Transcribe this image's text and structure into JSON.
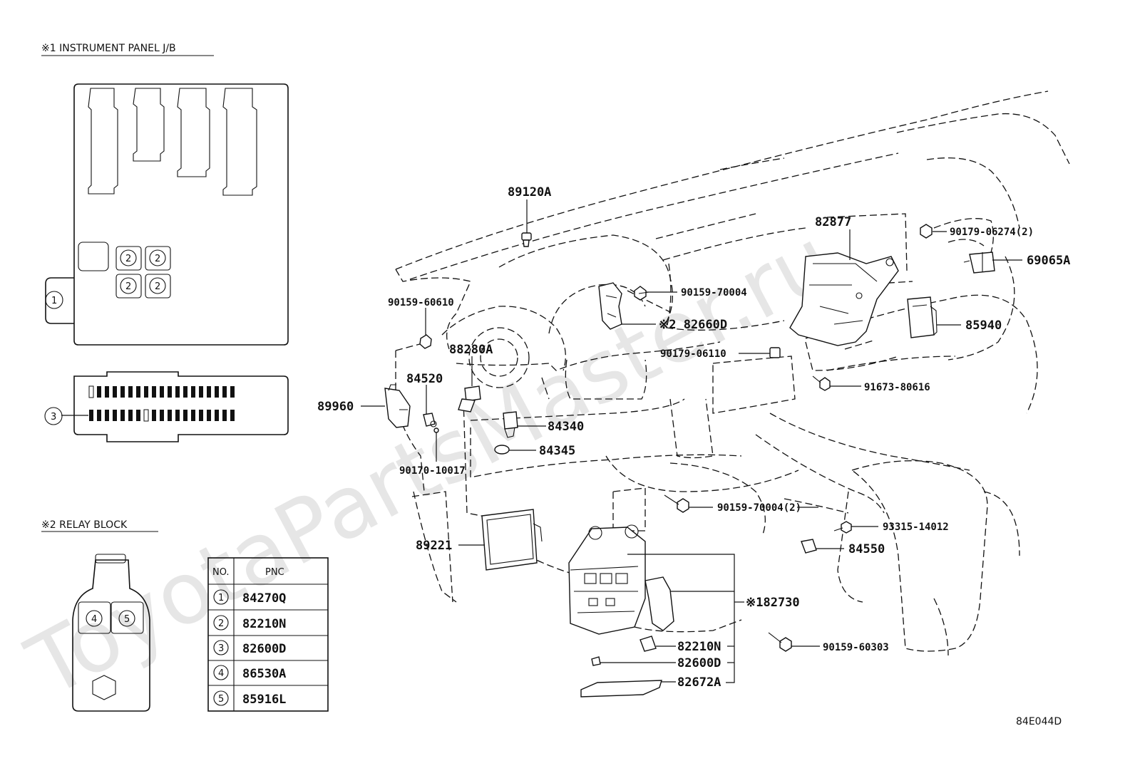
{
  "diagram_id": "84E044D",
  "watermark": "ToyotaPartsMaster.ru",
  "inset_jb": {
    "title": "※1 INSTRUMENT PANEL J/B",
    "callouts": [
      "1",
      "2",
      "2",
      "2",
      "2",
      "3"
    ]
  },
  "inset_relay": {
    "title": "※2 RELAY BLOCK",
    "callouts": [
      "4",
      "5"
    ]
  },
  "pnc_table": {
    "headers": [
      "NO.",
      "PNC"
    ],
    "rows": [
      {
        "no": "1",
        "pnc": "84270Q"
      },
      {
        "no": "2",
        "pnc": "82210N"
      },
      {
        "no": "3",
        "pnc": "82600D"
      },
      {
        "no": "4",
        "pnc": "86530A"
      },
      {
        "no": "5",
        "pnc": "85916L"
      }
    ]
  },
  "labels": {
    "p89120A": "89120A",
    "p82877": "82877",
    "p90179_06274": "90179-06274(2)",
    "p69065A": "69065A",
    "p90159_70004": "90159-70004",
    "p82660D": "※2 82660D",
    "p85940": "85940",
    "p90159_60610": "90159-60610",
    "p88280A": "88280A",
    "p90179_06110": "90179-06110",
    "p84520": "84520",
    "p91673_80616": "91673-80616",
    "p89960": "89960",
    "p84340": "84340",
    "p84345": "84345",
    "p90170_10017": "90170-10017",
    "p90159_70004_2": "90159-70004(2)",
    "p93315_14012": "93315-14012",
    "p84550": "84550",
    "p89221": "89221",
    "p82730": "※182730",
    "p90159_60303": "90159-60303",
    "p82210N": "82210N",
    "p82600D": "82600D",
    "p82672A": "82672A"
  }
}
